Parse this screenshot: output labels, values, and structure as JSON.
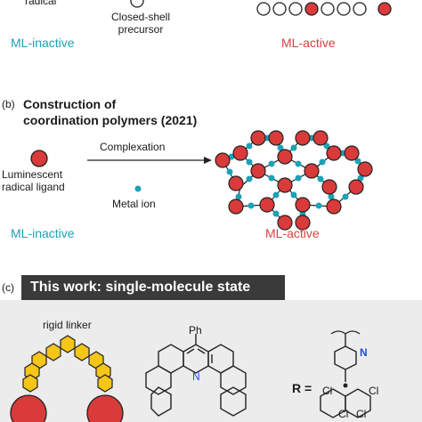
{
  "panel_a": {
    "radical_label": "radical",
    "precursor_label_line1": "Closed-shell",
    "precursor_label_line2": "precursor",
    "inactive_label": "ML-inactive",
    "active_label": "ML-active"
  },
  "panel_b": {
    "tag": "(b)",
    "title_line1": "Construction of",
    "title_line2": "coordination polymers (2021)",
    "arrow_label": "Complexation",
    "ligand_label_line1": "Luminescent",
    "ligand_label_line2": "radical ligand",
    "metal_label": "Metal ion",
    "inactive_label": "ML-inactive",
    "active_label": "ML-active"
  },
  "panel_c": {
    "tag": "(c)",
    "banner": "This work: single-molecule state",
    "linker_label": "rigid linker",
    "ph_label": "Ph",
    "n_label": "N",
    "r_label": "R =",
    "n2_label": "N",
    "cl1": "Cl",
    "cl2": "Cl",
    "cl3": "Cl",
    "cl4": "Cl"
  },
  "colors": {
    "radical_red": "#d93a3a",
    "metal_teal": "#1aa3b8",
    "linker_yellow": "#f5c518",
    "banner_bg": "#3a3a3a",
    "panel_bg": "#ececec"
  }
}
